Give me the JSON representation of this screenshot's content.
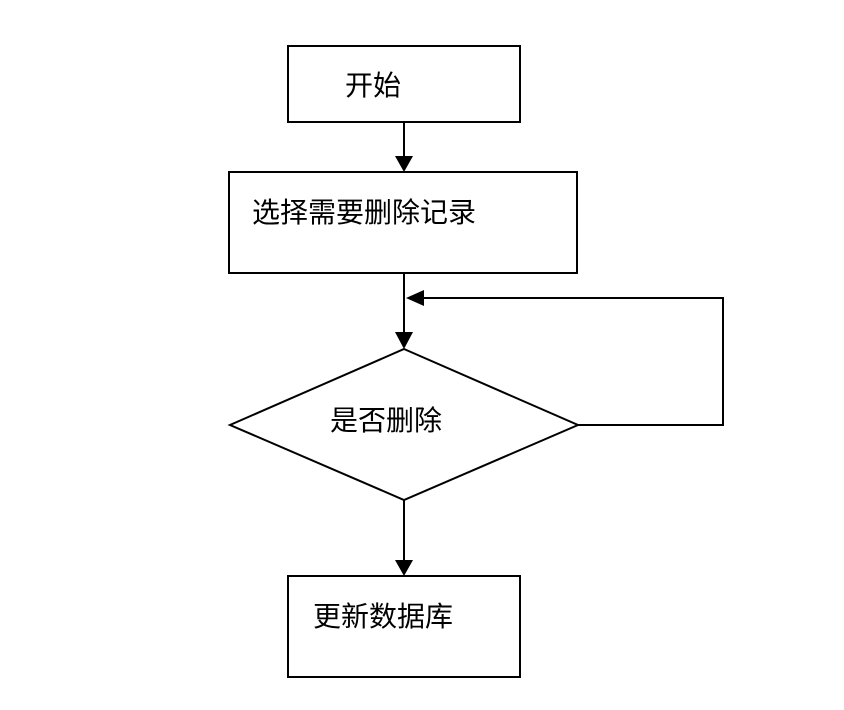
{
  "nodes": {
    "start": "开始",
    "select_records": "选择需要删除记录",
    "confirm_delete": "是否删除",
    "update_database": "更新数据库"
  },
  "colors": {
    "stroke": "#000000",
    "background": "#ffffff"
  }
}
